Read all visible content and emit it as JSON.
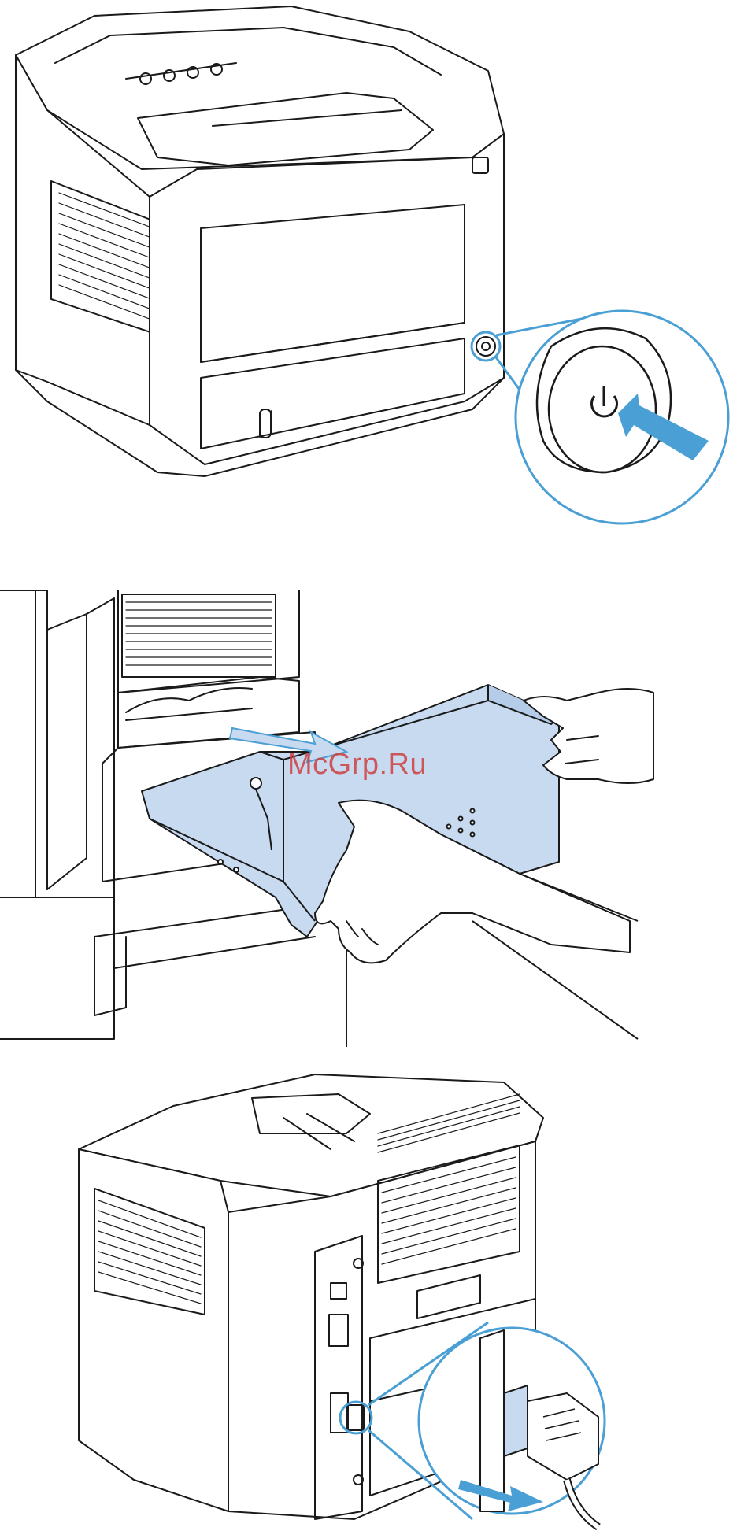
{
  "watermark": {
    "text": "McGrp.Ru"
  },
  "colors": {
    "line": "#1a1a1a",
    "accent_blue": "#4a9fd4",
    "fill_blue": "#c7daf0",
    "arrow_blue": "#4a9fd4"
  },
  "figures": [
    {
      "icon": "printer-front-power-button-illustration"
    },
    {
      "icon": "duplexer-removal-illustration"
    },
    {
      "icon": "power-cord-unplug-illustration"
    }
  ]
}
